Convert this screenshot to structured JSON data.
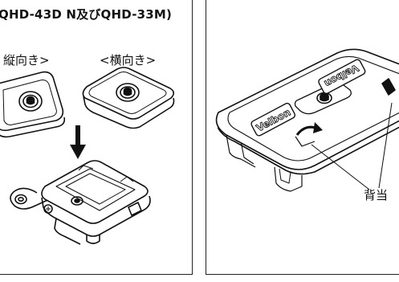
{
  "left_panel": {
    "title": "QHD-43D N及びQHD-33M)",
    "label_portrait": "縦向き>",
    "label_landscape": "<横向き>"
  },
  "right_panel": {
    "brand_text": "Velbon",
    "callout_label": "背当"
  }
}
